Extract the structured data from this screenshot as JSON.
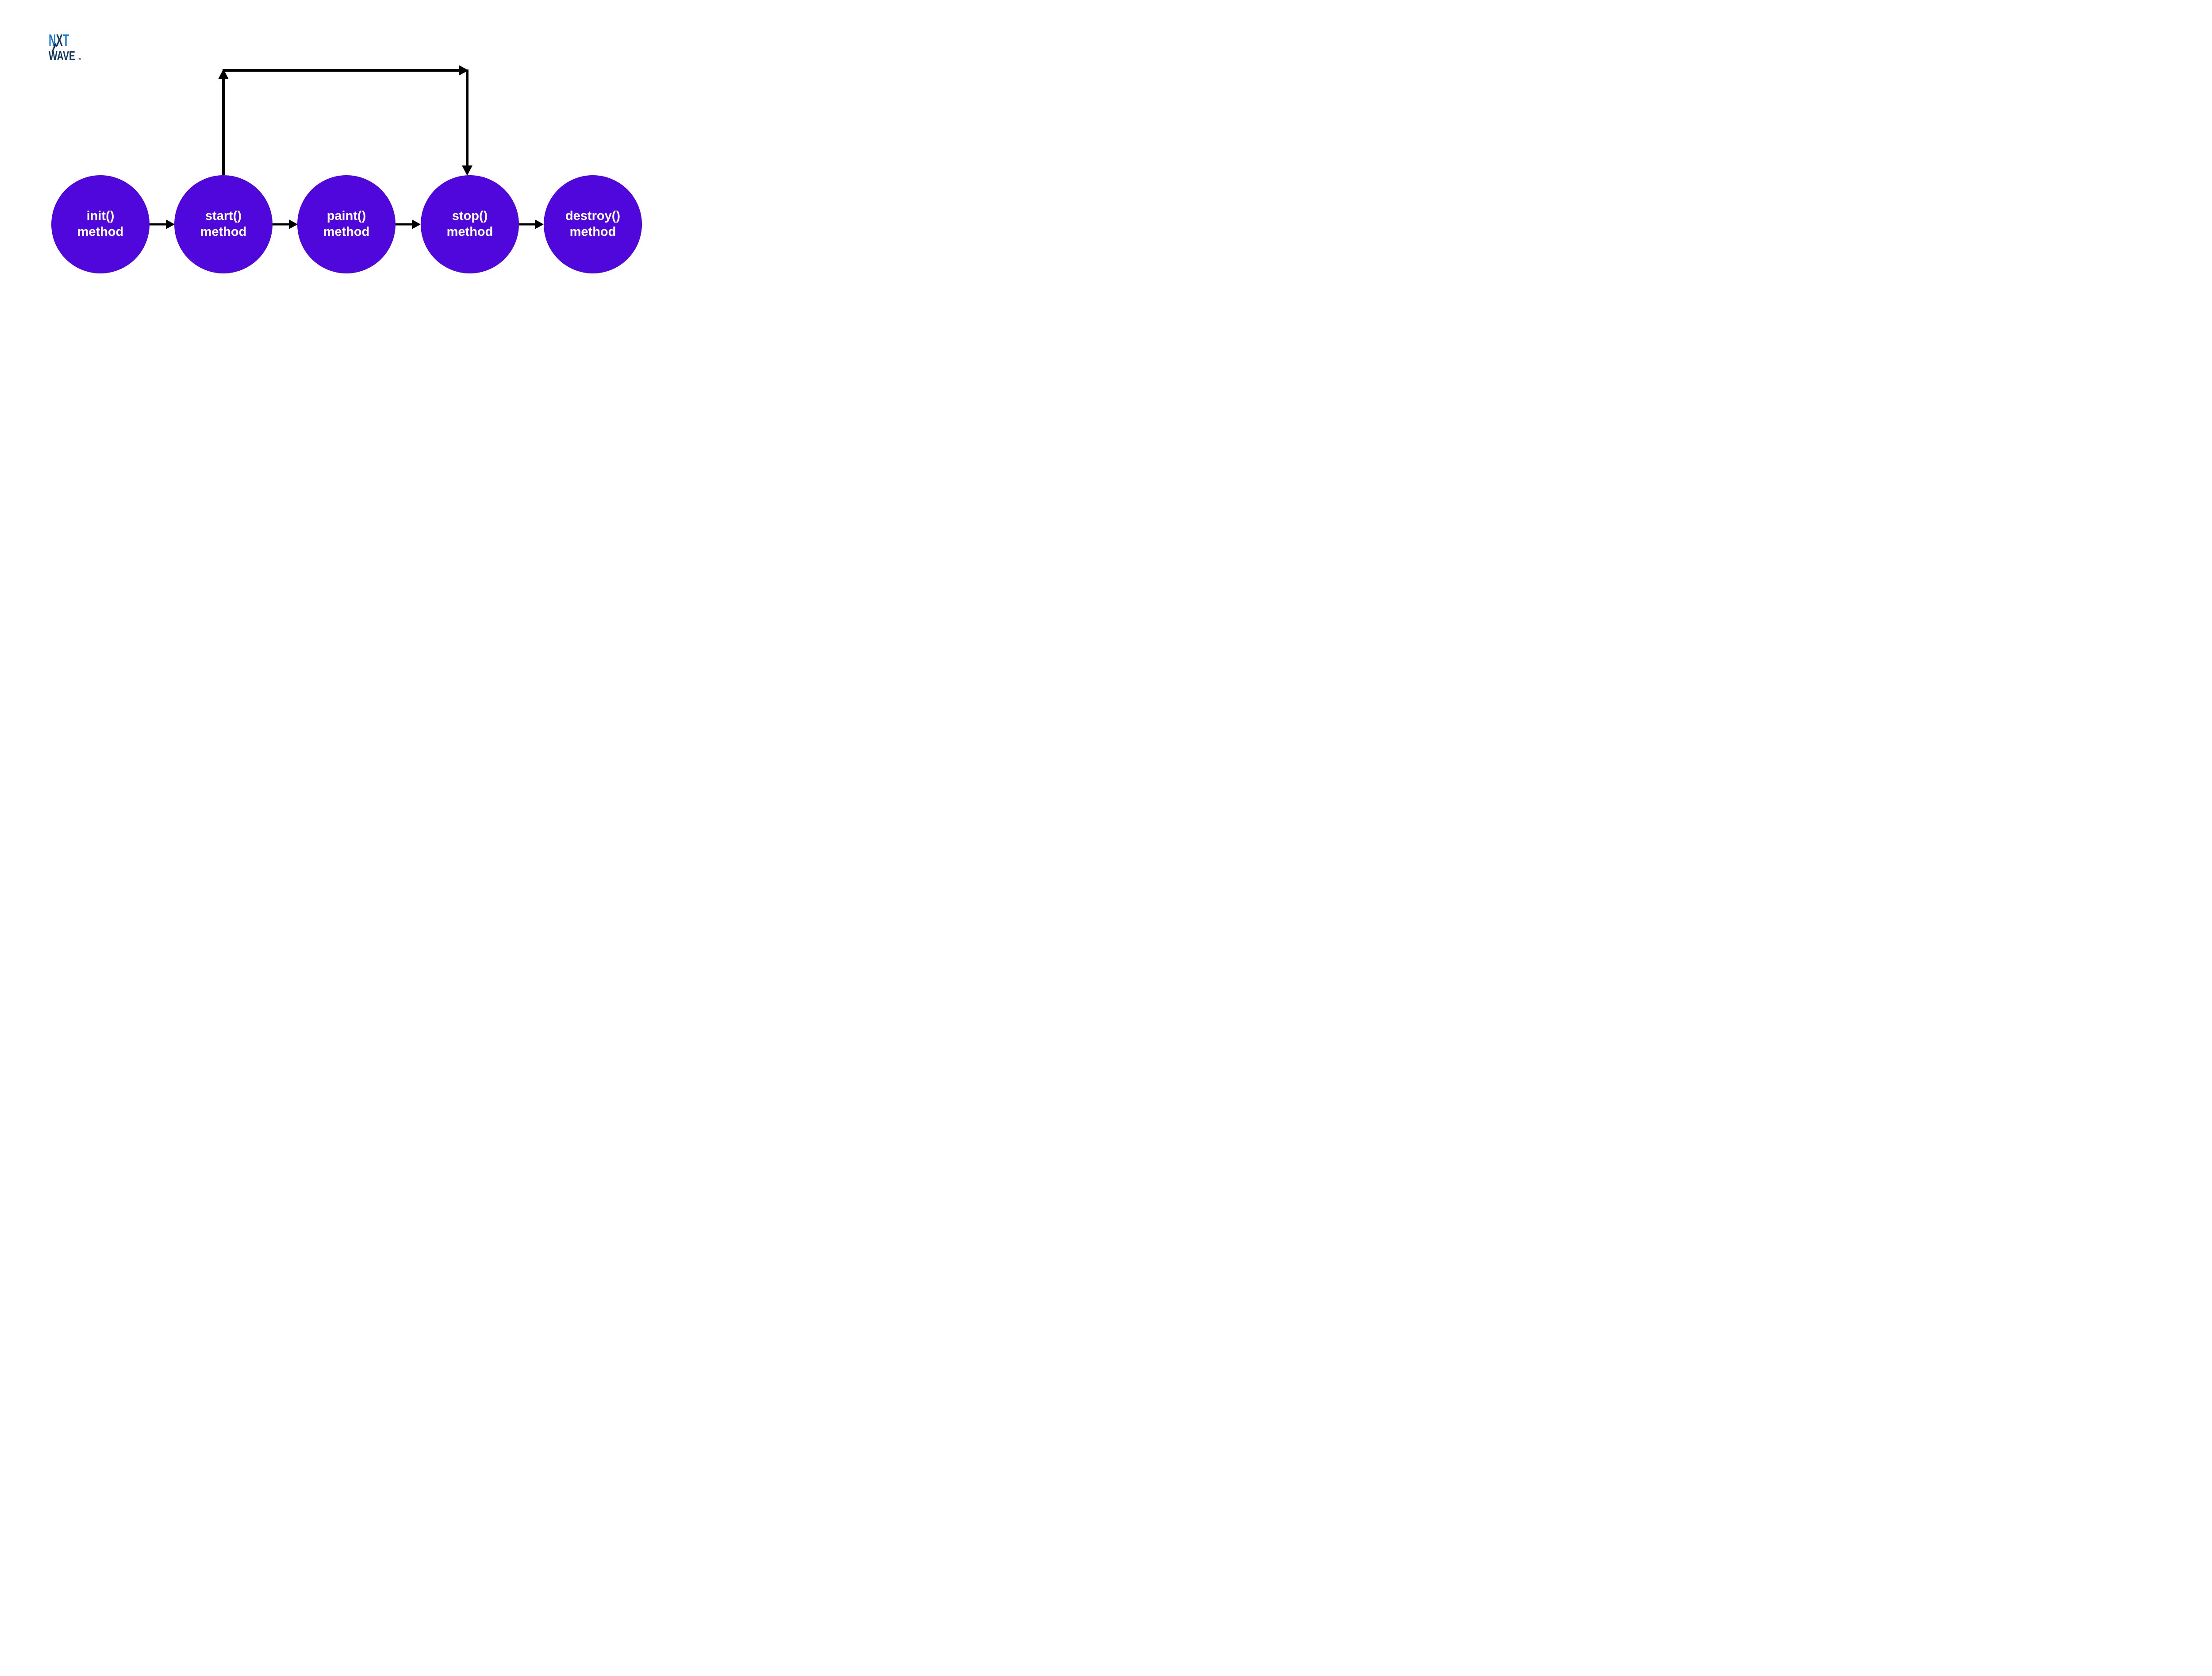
{
  "logo": {
    "n": "N",
    "x": "X",
    "t": "T",
    "wave": "WAVE",
    "tm": "™",
    "blue": "#1777CE",
    "navy": "#12375F"
  },
  "diagram": {
    "node_fill": "#5007DB",
    "node_text_color": "#FFFFFF",
    "arrow_color": "#000000",
    "nodes": [
      {
        "id": "init",
        "line1": "init()",
        "line2": "method"
      },
      {
        "id": "start",
        "line1": "start()",
        "line2": "method"
      },
      {
        "id": "paint",
        "line1": "paint()",
        "line2": "method"
      },
      {
        "id": "stop",
        "line1": "stop()",
        "line2": "method"
      },
      {
        "id": "destroy",
        "line1": "destroy()",
        "line2": "method"
      }
    ],
    "edges": [
      {
        "from": "init",
        "to": "start",
        "type": "straight-right"
      },
      {
        "from": "start",
        "to": "paint",
        "type": "straight-right"
      },
      {
        "from": "paint",
        "to": "stop",
        "type": "straight-right"
      },
      {
        "from": "stop",
        "to": "destroy",
        "type": "straight-right"
      },
      {
        "from": "start",
        "to": "stop",
        "type": "top-loop",
        "arrowheads": [
          "up",
          "right",
          "down"
        ]
      }
    ]
  }
}
